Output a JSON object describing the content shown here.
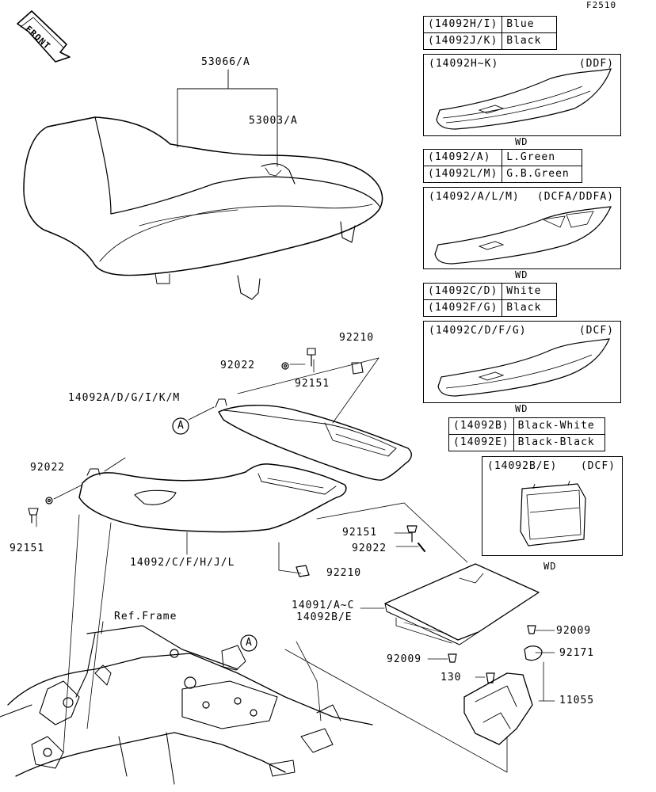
{
  "figure_code": "F2510",
  "front_label": "FRONT",
  "ref_frame": "Ref.Frame",
  "callouts": {
    "p53066": "53066/A",
    "p53003": "53003/A",
    "p92210_top": "92210",
    "p92022_top": "92022",
    "p92151_top": "92151",
    "p14092_top": "14092A/D/G/I/K/M",
    "marker_a": "A",
    "p92022_left": "92022",
    "p92151_left": "92151",
    "p14092_mid": "14092/C/F/H/J/L",
    "p92151_right": "92151",
    "p92022_right": "92022",
    "p92210_right": "92210",
    "p14091": "14091/A~C",
    "p14092be": "14092B/E",
    "p92009_right": "92009",
    "p92009_left": "92009",
    "p92171": "92171",
    "p130": "130",
    "p11055": "11055"
  },
  "variants": [
    {
      "rows": [
        [
          "(14092H/I)",
          "Blue"
        ],
        [
          "(14092J/K)",
          "Black"
        ]
      ],
      "panel_title": "(14092H~K)",
      "panel_code": "(DDF)",
      "wd": "WD"
    },
    {
      "rows": [
        [
          "(14092/A)",
          "L.Green"
        ],
        [
          "(14092L/M)",
          "G.B.Green"
        ]
      ],
      "panel_title": "(14092/A/L/M)",
      "panel_code": "(DCFA/DDFA)",
      "wd": "WD"
    },
    {
      "rows": [
        [
          "(14092C/D)",
          "White"
        ],
        [
          "(14092F/G)",
          "Black"
        ]
      ],
      "panel_title": "(14092C/D/F/G)",
      "panel_code": "(DCF)",
      "wd": "WD"
    },
    {
      "rows": [
        [
          "(14092B)",
          "Black-White"
        ],
        [
          "(14092E)",
          "Black-Black"
        ]
      ],
      "panel_title": "(14092B/E)",
      "panel_code": "(DCF)",
      "wd": "WD"
    }
  ]
}
